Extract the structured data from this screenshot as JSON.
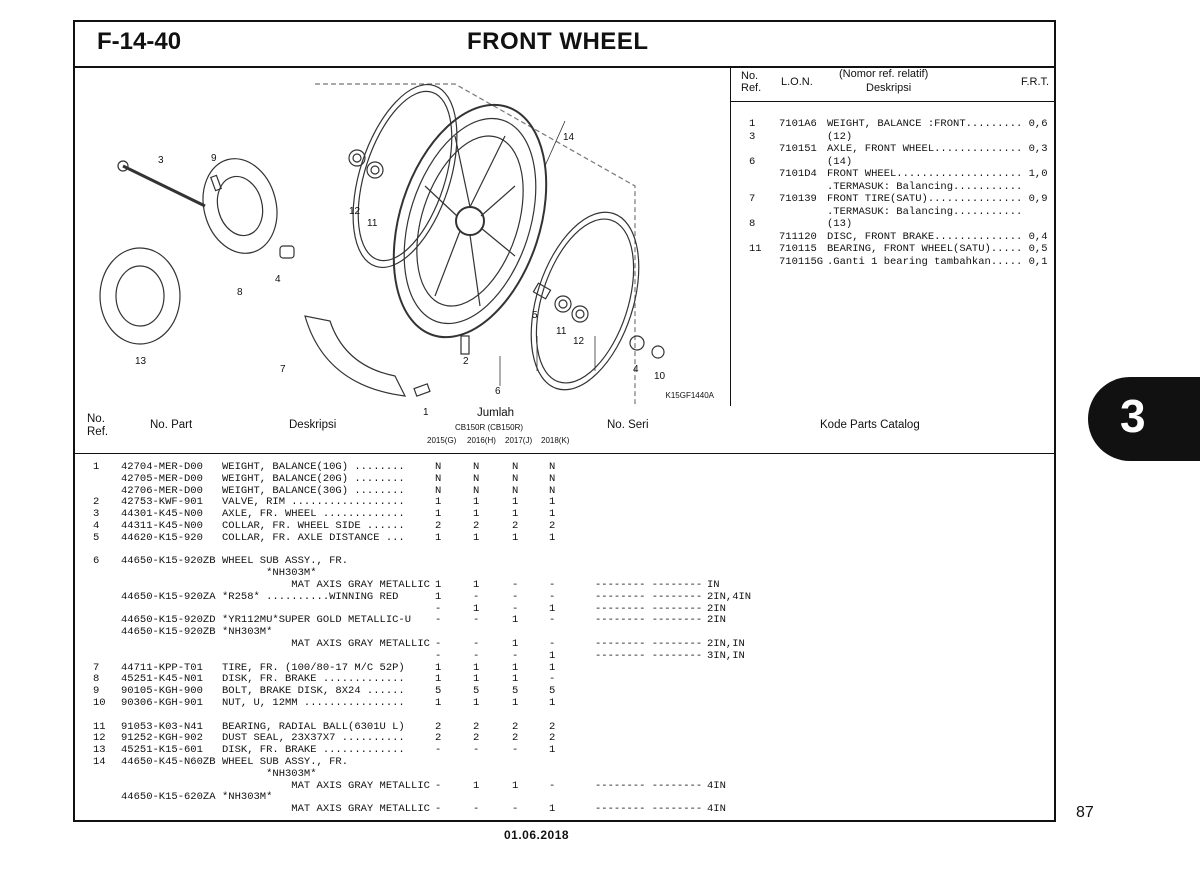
{
  "header": {
    "code": "F-14-40",
    "title": "FRONT WHEEL"
  },
  "diagram": {
    "image_code": "K15GF1440A",
    "callouts": [
      "1",
      "2",
      "3",
      "4",
      "4",
      "5",
      "6",
      "7",
      "8",
      "9",
      "10",
      "11",
      "11",
      "12",
      "12",
      "13",
      "14"
    ]
  },
  "lon_panel": {
    "headers": {
      "no_ref": "No. Ref.",
      "lon": "L.O.N.",
      "desc_top": "(Nomor ref. relatif)",
      "desc": "Deskripsi",
      "frt": "F.R.T."
    },
    "rows": [
      {
        "ref": "1",
        "lon": "7101A6",
        "text": "WEIGHT, BALANCE :FRONT......... 0,6"
      },
      {
        "ref": "3",
        "lon": "",
        "text": "(12)"
      },
      {
        "ref": "",
        "lon": "710151",
        "text": "AXLE, FRONT WHEEL.............. 0,3"
      },
      {
        "ref": "6",
        "lon": "",
        "text": "(14)"
      },
      {
        "ref": "",
        "lon": "7101D4",
        "text": "FRONT WHEEL.................... 1,0"
      },
      {
        "ref": "",
        "lon": "",
        "text": ".TERMASUK: Balancing..........."
      },
      {
        "ref": "7",
        "lon": "710139",
        "text": "FRONT TIRE(SATU)............... 0,9"
      },
      {
        "ref": "",
        "lon": "",
        "text": ".TERMASUK: Balancing..........."
      },
      {
        "ref": "8",
        "lon": "",
        "text": "(13)"
      },
      {
        "ref": "",
        "lon": "711120",
        "text": "DISC, FRONT BRAKE.............. 0,4"
      },
      {
        "ref": "11",
        "lon": "710115",
        "text": "BEARING, FRONT WHEEL(SATU)..... 0,5"
      },
      {
        "ref": "",
        "lon": "710115G",
        "text": ".Ganti 1 bearing tambahkan..... 0,1"
      }
    ]
  },
  "table": {
    "headers": {
      "no_ref": "No. Ref.",
      "no_part": "No. Part",
      "desc": "Deskripsi",
      "jumlah": "Jumlah",
      "model": "CB150R (CB150R)",
      "y2015": "2015(G)",
      "y2016": "2016(H)",
      "y2017": "2017(J)",
      "y2018": "2018(K)",
      "no_seri": "No. Seri",
      "kode": "Kode Parts Catalog"
    },
    "rows": [
      {
        "ref": "1",
        "part": "42704-MER-D00",
        "desc": "WEIGHT, BALANCE(10G) ........",
        "q": [
          "N",
          "N",
          "N",
          "N"
        ],
        "seri": "",
        "kode": ""
      },
      {
        "ref": "",
        "part": "42705-MER-D00",
        "desc": "WEIGHT, BALANCE(20G) ........",
        "q": [
          "N",
          "N",
          "N",
          "N"
        ],
        "seri": "",
        "kode": ""
      },
      {
        "ref": "",
        "part": "42706-MER-D00",
        "desc": "WEIGHT, BALANCE(30G) ........",
        "q": [
          "N",
          "N",
          "N",
          "N"
        ],
        "seri": "",
        "kode": ""
      },
      {
        "ref": "2",
        "part": "42753-KWF-901",
        "desc": "VALVE, RIM ..................",
        "q": [
          "1",
          "1",
          "1",
          "1"
        ],
        "seri": "",
        "kode": ""
      },
      {
        "ref": "3",
        "part": "44301-K45-N00",
        "desc": "AXLE, FR. WHEEL .............",
        "q": [
          "1",
          "1",
          "1",
          "1"
        ],
        "seri": "",
        "kode": ""
      },
      {
        "ref": "4",
        "part": "44311-K45-N00",
        "desc": "COLLAR, FR. WHEEL SIDE ......",
        "q": [
          "2",
          "2",
          "2",
          "2"
        ],
        "seri": "",
        "kode": ""
      },
      {
        "ref": "5",
        "part": "44620-K15-920",
        "desc": "COLLAR, FR. AXLE DISTANCE ...",
        "q": [
          "1",
          "1",
          "1",
          "1"
        ],
        "seri": "",
        "kode": ""
      },
      {
        "ref": "",
        "part": "",
        "desc": "",
        "q": [
          "",
          "",
          "",
          ""
        ],
        "seri": "",
        "kode": ""
      },
      {
        "ref": "6",
        "part": "44650-K15-920ZB",
        "desc": "WHEEL SUB ASSY., FR.",
        "q": [
          "",
          "",
          "",
          ""
        ],
        "seri": "",
        "kode": ""
      },
      {
        "ref": "",
        "part": "",
        "desc": "       *NH303M*",
        "q": [
          "",
          "",
          "",
          ""
        ],
        "seri": "",
        "kode": ""
      },
      {
        "ref": "",
        "part": "",
        "desc": "           MAT AXIS GRAY METALLIC",
        "q": [
          "1",
          "1",
          "-",
          "-"
        ],
        "seri": "-------- --------",
        "kode": "IN"
      },
      {
        "ref": "",
        "part": "44650-K15-920ZA",
        "desc": "*R258* ..........WINNING RED",
        "q": [
          "1",
          "-",
          "-",
          "-"
        ],
        "seri": "-------- --------",
        "kode": "2IN,4IN"
      },
      {
        "ref": "",
        "part": "",
        "desc": "",
        "q": [
          "-",
          "1",
          "-",
          "1"
        ],
        "seri": "-------- --------",
        "kode": "2IN"
      },
      {
        "ref": "",
        "part": "44650-K15-920ZD",
        "desc": "*YR112MU*SUPER GOLD METALLIC-U",
        "q": [
          "-",
          "-",
          "1",
          "-"
        ],
        "seri": "-------- --------",
        "kode": "2IN"
      },
      {
        "ref": "",
        "part": "44650-K15-920ZB",
        "desc": "*NH303M*",
        "q": [
          "",
          "",
          "",
          ""
        ],
        "seri": "",
        "kode": ""
      },
      {
        "ref": "",
        "part": "",
        "desc": "           MAT AXIS GRAY METALLIC",
        "q": [
          "-",
          "-",
          "1",
          "-"
        ],
        "seri": "-------- --------",
        "kode": "2IN,IN"
      },
      {
        "ref": "",
        "part": "",
        "desc": "",
        "q": [
          "-",
          "-",
          "-",
          "1"
        ],
        "seri": "-------- --------",
        "kode": "3IN,IN"
      },
      {
        "ref": "7",
        "part": "44711-KPP-T01",
        "desc": "TIRE, FR. (100/80-17 M/C 52P)",
        "q": [
          "1",
          "1",
          "1",
          "1"
        ],
        "seri": "",
        "kode": ""
      },
      {
        "ref": "8",
        "part": "45251-K45-N01",
        "desc": "DISK, FR. BRAKE .............",
        "q": [
          "1",
          "1",
          "1",
          "-"
        ],
        "seri": "",
        "kode": ""
      },
      {
        "ref": "9",
        "part": "90105-KGH-900",
        "desc": "BOLT, BRAKE DISK, 8X24 ......",
        "q": [
          "5",
          "5",
          "5",
          "5"
        ],
        "seri": "",
        "kode": ""
      },
      {
        "ref": "10",
        "part": "90306-KGH-901",
        "desc": "NUT, U, 12MM ................",
        "q": [
          "1",
          "1",
          "1",
          "1"
        ],
        "seri": "",
        "kode": ""
      },
      {
        "ref": "",
        "part": "",
        "desc": "",
        "q": [
          "",
          "",
          "",
          ""
        ],
        "seri": "",
        "kode": ""
      },
      {
        "ref": "11",
        "part": "91053-K03-N41",
        "desc": "BEARING, RADIAL BALL(6301U L)",
        "q": [
          "2",
          "2",
          "2",
          "2"
        ],
        "seri": "",
        "kode": ""
      },
      {
        "ref": "12",
        "part": "91252-KGH-902",
        "desc": "DUST SEAL, 23X37X7 ..........",
        "q": [
          "2",
          "2",
          "2",
          "2"
        ],
        "seri": "",
        "kode": ""
      },
      {
        "ref": "13",
        "part": "45251-K15-601",
        "desc": "DISK, FR. BRAKE .............",
        "q": [
          "-",
          "-",
          "-",
          "1"
        ],
        "seri": "",
        "kode": ""
      },
      {
        "ref": "14",
        "part": "44650-K45-N60ZB",
        "desc": "WHEEL SUB ASSY., FR.",
        "q": [
          "",
          "",
          "",
          ""
        ],
        "seri": "",
        "kode": ""
      },
      {
        "ref": "",
        "part": "",
        "desc": "       *NH303M*",
        "q": [
          "",
          "",
          "",
          ""
        ],
        "seri": "",
        "kode": ""
      },
      {
        "ref": "",
        "part": "",
        "desc": "           MAT AXIS GRAY METALLIC",
        "q": [
          "-",
          "1",
          "1",
          "-"
        ],
        "seri": "-------- --------",
        "kode": "4IN"
      },
      {
        "ref": "",
        "part": "44650-K15-620ZA",
        "desc": "*NH303M*",
        "q": [
          "",
          "",
          "",
          ""
        ],
        "seri": "",
        "kode": ""
      },
      {
        "ref": "",
        "part": "",
        "desc": "           MAT AXIS GRAY METALLIC",
        "q": [
          "-",
          "-",
          "-",
          "1"
        ],
        "seri": "-------- --------",
        "kode": "4IN"
      }
    ]
  },
  "footer": {
    "date": "01.06.2018",
    "page": "87",
    "section": "3"
  }
}
